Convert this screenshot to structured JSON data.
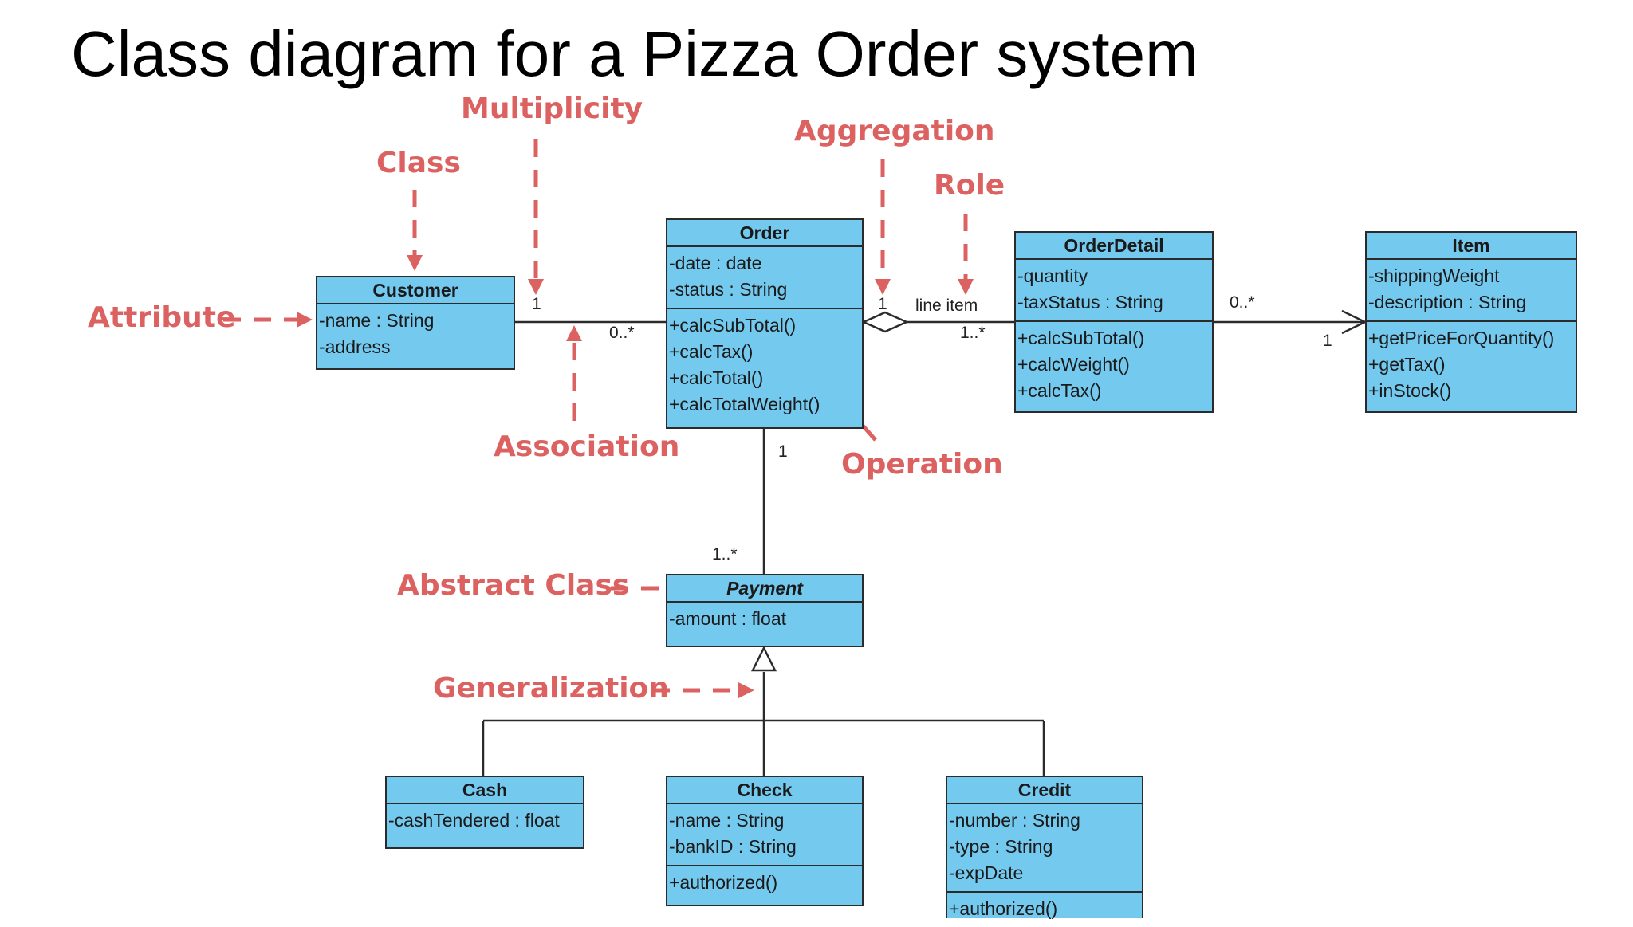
{
  "title": "Class diagram for a Pizza Order system",
  "colors": {
    "class_fill": "#74c9ef",
    "annotation": "#dc6262",
    "line": "#2b2b2b"
  },
  "classes": {
    "customer": {
      "name": "Customer",
      "attributes": [
        "-name : String",
        "-address"
      ],
      "operations": []
    },
    "order": {
      "name": "Order",
      "attributes": [
        "-date : date",
        "-status : String"
      ],
      "operations": [
        "+calcSubTotal()",
        "+calcTax()",
        "+calcTotal()",
        "+calcTotalWeight()"
      ]
    },
    "orderdetail": {
      "name": "OrderDetail",
      "attributes": [
        "-quantity",
        "-taxStatus : String"
      ],
      "operations": [
        "+calcSubTotal()",
        "+calcWeight()",
        "+calcTax()"
      ]
    },
    "item": {
      "name": "Item",
      "attributes": [
        "-shippingWeight",
        "-description : String"
      ],
      "operations": [
        "+getPriceForQuantity()",
        "+getTax()",
        "+inStock()"
      ]
    },
    "payment": {
      "name": "Payment",
      "abstract": true,
      "attributes": [
        "-amount : float"
      ],
      "operations": []
    },
    "cash": {
      "name": "Cash",
      "attributes": [
        "-cashTendered : float"
      ],
      "operations": []
    },
    "check": {
      "name": "Check",
      "attributes": [
        "-name : String",
        "-bankID : String"
      ],
      "operations": [
        "+authorized()"
      ]
    },
    "credit": {
      "name": "Credit",
      "attributes": [
        "-number : String",
        "-type : String",
        "-expDate"
      ],
      "operations": [
        "+authorized()"
      ]
    }
  },
  "multiplicities": {
    "customer_order_customer_end": "1",
    "customer_order_order_end": "0..*",
    "order_detail_order_end": "1",
    "order_detail_detail_end": "1..*",
    "detail_item_detail_end": "0..*",
    "detail_item_item_end": "1",
    "order_payment_order_end": "1",
    "order_payment_payment_end": "1..*"
  },
  "role": "line item",
  "annotations": {
    "multiplicity": "Multiplicity",
    "class": "Class",
    "aggregation": "Aggregation",
    "role": "Role",
    "attribute": "Attribute",
    "association": "Association",
    "operation": "Operation",
    "abstract_class": "Abstract Class",
    "generalization": "Generalization"
  }
}
